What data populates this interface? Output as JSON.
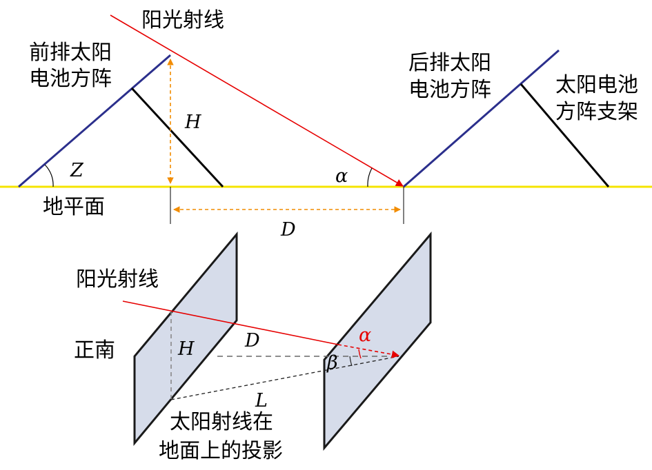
{
  "colors": {
    "ground": "#f5e400",
    "panel_edge": "#2b2f8c",
    "support": "#000000",
    "sun_ray": "#e60000",
    "dimension": "#f28c00",
    "panel_fill": "#d6dcea"
  },
  "top": {
    "sun_ray_label": "阳光射线",
    "front_array_label": [
      "前排太阳",
      "电池方阵"
    ],
    "rear_array_label": [
      "后排太阳",
      "电池方阵"
    ],
    "support_label": [
      "太阳电池",
      "方阵支架"
    ],
    "ground_label": "地平面",
    "height_symbol": "H",
    "tilt_symbol": "Z",
    "sun_angle_symbol": "α",
    "spacing_symbol": "D"
  },
  "bottom": {
    "sun_ray_label": "阳光射线",
    "south_label": "正南",
    "height_symbol": "H",
    "spacing_symbol": "D",
    "altitude_symbol": "α",
    "azimuth_symbol": "β",
    "projection_symbol": "L",
    "projection_label": [
      "太阳射线在",
      "地面上的投影"
    ]
  }
}
